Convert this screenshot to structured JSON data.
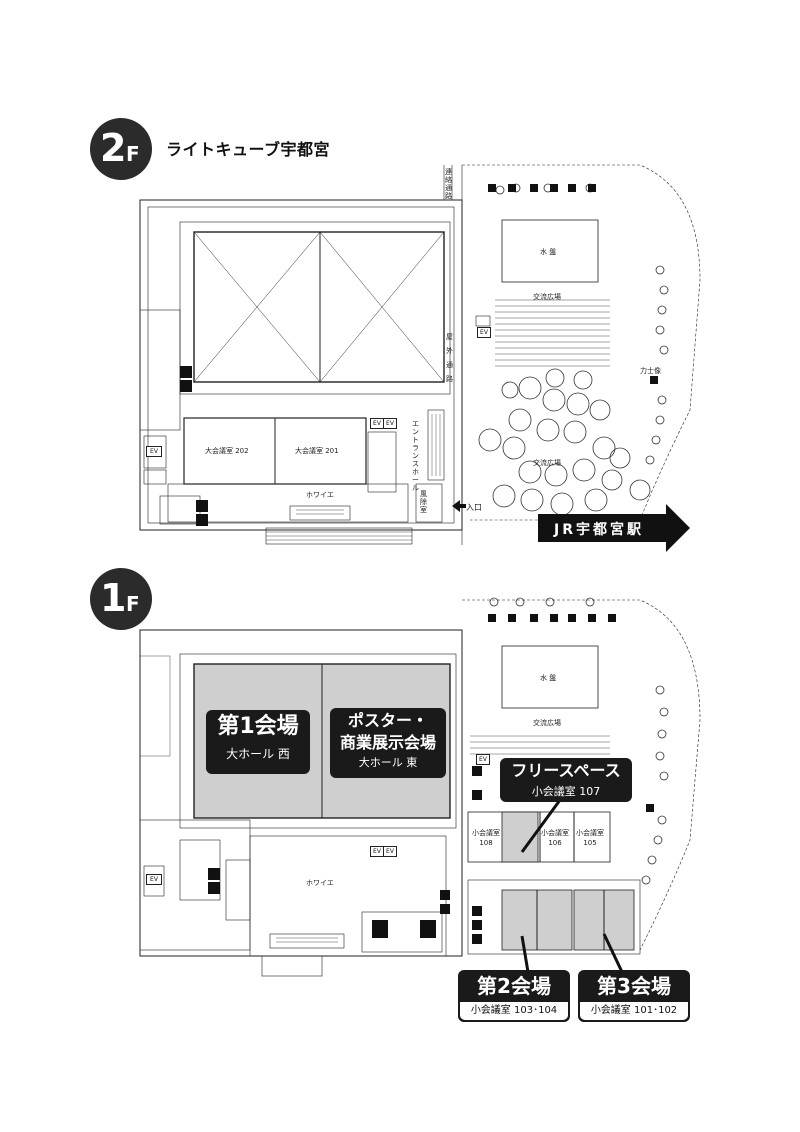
{
  "venue": {
    "name": "ライトキューブ宇都宮"
  },
  "floors": [
    {
      "id": "2F",
      "num": "2",
      "suffix": "F"
    },
    {
      "id": "1F",
      "num": "1",
      "suffix": "F"
    }
  ],
  "map_2f": {
    "water": "水 盤",
    "plaza_top": "交流広場",
    "plaza_mid": "交流広場",
    "outdoor_path": "屋外通路",
    "connect_path": "連絡通路",
    "statue": "力士像",
    "room_202": "大会議室 202",
    "room_201": "大会議室 201",
    "foyer": "ホワイエ",
    "entrance_hall": "エントランスホール",
    "wind_room": "風除室",
    "entrance": "入口",
    "station_arrow": "JR宇都宮駅",
    "ev": "EV"
  },
  "map_1f": {
    "water": "水 盤",
    "plaza": "交流広場",
    "foyer": "ホワイエ",
    "room_108": "小会議室\n108",
    "room_106": "小会議室\n106",
    "room_105": "小会議室\n105",
    "ev": "EV"
  },
  "callouts": {
    "hall1_title": "第1会場",
    "hall1_sub": "大ホール 西",
    "poster_title_1": "ポスター・",
    "poster_title_2": "商業展示会場",
    "poster_sub": "大ホール 東",
    "free_title": "フリースペース",
    "free_sub": "小会議室 107",
    "hall2_title": "第2会場",
    "hall2_sub": "小会議室 103･104",
    "hall3_title": "第3会場",
    "hall3_sub": "小会議室 101･102"
  },
  "colors": {
    "badge": "#2b2b2b",
    "highlight": "#cfcfcf",
    "callout": "#1a1a1a"
  }
}
